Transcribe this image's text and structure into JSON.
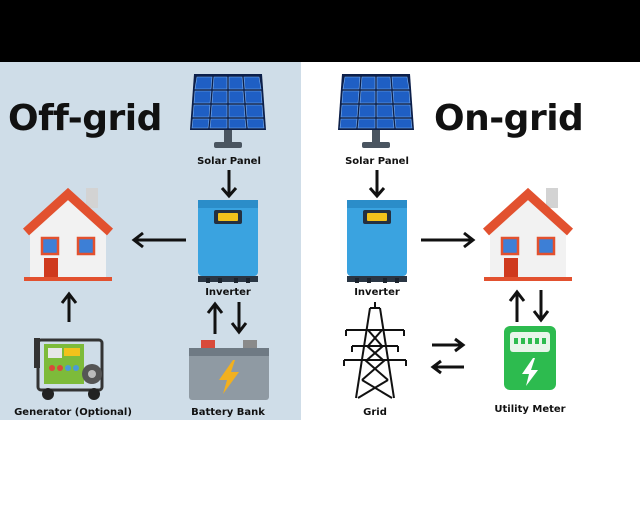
{
  "off_grid": {
    "title": "Off-grid",
    "labels": {
      "solar_panel": "Solar Panel",
      "inverter": "Inverter",
      "generator": "Generator (Optional)",
      "battery": "Battery Bank"
    }
  },
  "on_grid": {
    "title": "On-grid",
    "labels": {
      "solar_panel": "Solar Panel",
      "inverter": "Inverter",
      "grid": "Grid",
      "meter": "Utility Meter"
    }
  },
  "colors": {
    "left_background": "#cfdde8",
    "solar_blue": "#1f5fc4",
    "inverter_blue": "#3aa3e0",
    "inverter_screen": "#f2c21b",
    "roof_red": "#e2512f",
    "meter_green": "#2dbb4f",
    "battery_gray": "#8f9aa3",
    "battery_bolt": "#f2b01e"
  }
}
